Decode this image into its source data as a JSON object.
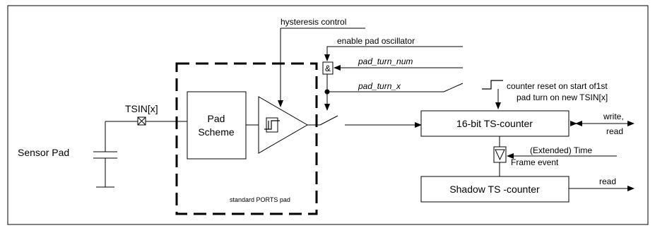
{
  "labels": {
    "sensor_pad": "Sensor Pad",
    "tsin": "TSIN[x]",
    "pad_scheme_line1": "Pad",
    "pad_scheme_line2": "Scheme",
    "standard_ports_pad": "standard PORTS pad",
    "hysteresis_control": "hysteresis control",
    "enable_pad_oscillator": "enable pad oscillator",
    "pad_turn_num": "pad_turn_num",
    "pad_turn_x": "pad_turn_x",
    "and_gate": "&",
    "counter_reset_line1": "counter reset on start of1st",
    "counter_reset_line2": "pad turn on new TSIN[x]",
    "ts_counter": "16-bit TS-counter",
    "write_read_line1": "write,",
    "write_read_line2": "read",
    "extended_time_line1": "(Extended) Time",
    "extended_time_line2": "Frame event",
    "shadow_counter": "Shadow TS -counter",
    "shadow_read": "read"
  }
}
